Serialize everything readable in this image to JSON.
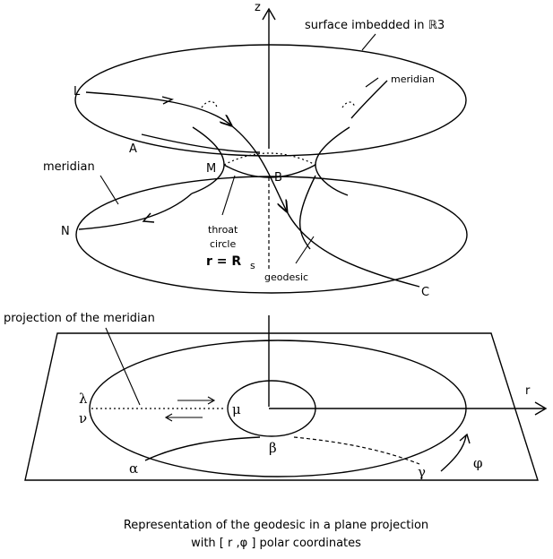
{
  "labels": {
    "z_axis": "z",
    "surface": "surface imbedded in ℝ3",
    "meridian_top": "meridian",
    "meridian_left": "meridian",
    "point_L": "L",
    "point_A": "A",
    "point_M": "M",
    "point_B": "B",
    "point_N": "N",
    "point_C": "C",
    "throat_1": "throat",
    "throat_2": "circle",
    "throat_3": "r = R",
    "throat_sub": "s",
    "geodesic": "geodesic",
    "projection": "projection of the meridian",
    "r_axis": "r",
    "lambda": "λ",
    "nu": "ν",
    "mu": "μ",
    "alpha": "α",
    "beta": "β",
    "gamma": "γ",
    "phi": "φ"
  },
  "caption": {
    "line1": "Representation of the geodesic in a plane projection",
    "line2": "with [ r ,φ ] polar coordinates"
  }
}
